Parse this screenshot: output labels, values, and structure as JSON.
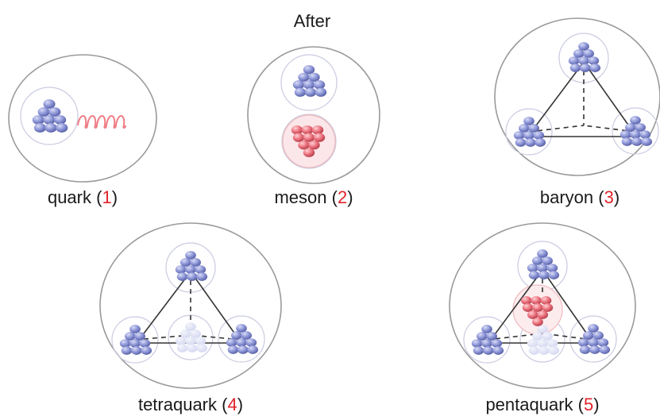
{
  "title": "After",
  "colors": {
    "blue_ball": "#8a93d6",
    "red_ball": "#ea6f79",
    "outline": "#9a9a9a",
    "inner_outline": "#c9cbe0",
    "label_number": "#e0242b",
    "gluon_spring": "#ef7d86"
  },
  "panels": [
    {
      "id": "quark",
      "name": "quark",
      "number": "1"
    },
    {
      "id": "meson",
      "name": "meson",
      "number": "2"
    },
    {
      "id": "baryon",
      "name": "baryon",
      "number": "3"
    },
    {
      "id": "tetraquark",
      "name": "tetraquark",
      "number": "4"
    },
    {
      "id": "pentaquark",
      "name": "pentaquark",
      "number": "5"
    }
  ]
}
